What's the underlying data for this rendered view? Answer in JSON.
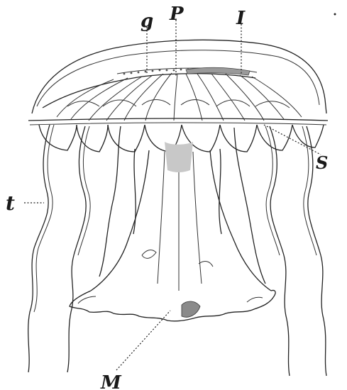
{
  "labels": {
    "g": "g",
    "P": "P",
    "I": "I",
    "S": "S",
    "t": "t",
    "M": "M"
  }
}
